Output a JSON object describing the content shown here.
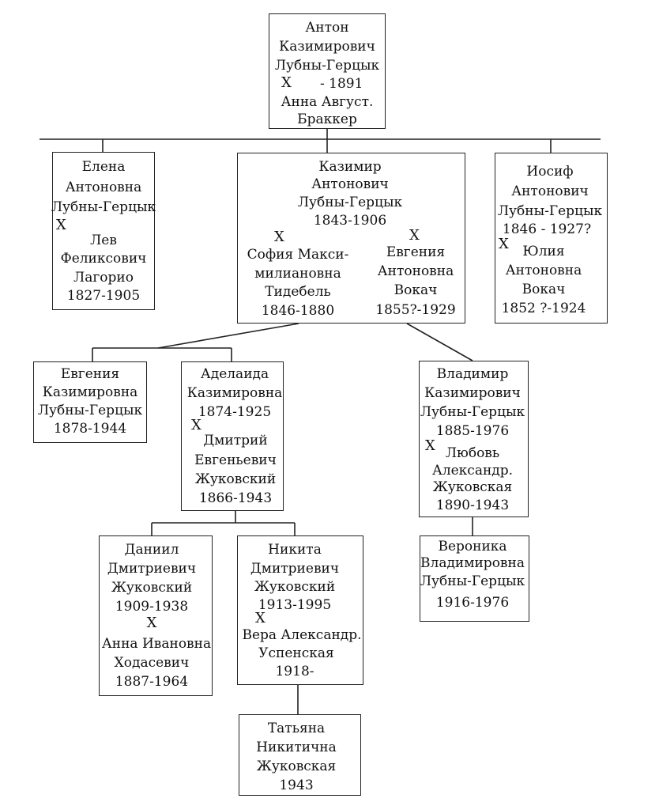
{
  "marriage_mark": "X",
  "persons": {
    "anton": {
      "lines": [
        "Антон",
        "Казимирович",
        "Лубны-Герцык"
      ],
      "years": "- 1891",
      "spouse_lines": [
        "Анна Август.",
        "Браккер"
      ]
    },
    "elena": {
      "lines": [
        "Елена",
        "Антоновна",
        "Лубны-Герцык"
      ],
      "spouse_lines": [
        "Лев",
        "Феликсович",
        "Лагорио",
        "1827-1905"
      ]
    },
    "kazimir": {
      "lines": [
        "Казимир",
        "Антонович",
        "Лубны-Герцык",
        "1843-1906"
      ],
      "spouse1_lines": [
        "София Макси-",
        "милиановна",
        "Тидебель",
        "1846-1880"
      ],
      "spouse2_lines": [
        "Евгения",
        "Антоновна",
        "Вокач",
        "1855?-1929"
      ]
    },
    "iosif": {
      "lines": [
        "Иосиф",
        "Антонович",
        "Лубны-Герцык",
        "1846 - 1927?"
      ],
      "spouse_lines": [
        "Юлия",
        "Антоновна",
        "Вокач",
        "1852 ?-1924"
      ]
    },
    "evgenia_k": {
      "lines": [
        "Евгения",
        "Казимировна",
        "Лубны-Герцык",
        "1878-1944"
      ]
    },
    "adelaida": {
      "lines": [
        "Аделаида",
        "Казимировна",
        "1874-1925"
      ],
      "spouse_lines": [
        "Дмитрий",
        "Евгеньевич",
        "Жуковский",
        "1866-1943"
      ]
    },
    "vladimir": {
      "lines": [
        "Владимир",
        "Казимирович",
        "Лубны-Герцык",
        "1885-1976"
      ],
      "spouse_lines": [
        "Любовь",
        "Александр.",
        "Жуковская",
        "1890-1943"
      ]
    },
    "daniil": {
      "lines": [
        "Даниил",
        "Дмитриевич",
        "Жуковский",
        "1909-1938"
      ],
      "spouse_lines": [
        "Анна Ивановна",
        "Ходасевич",
        "1887-1964"
      ]
    },
    "nikita": {
      "lines": [
        "Никита",
        "Дмитриевич",
        "Жуковский",
        "1913-1995"
      ],
      "spouse_lines": [
        "Вера Александр.",
        "Успенская",
        "1918-"
      ]
    },
    "veronika": {
      "lines": [
        "Вероника",
        "Владимировна",
        "Лубны-Герцык",
        "1916-1976"
      ]
    },
    "tatiana": {
      "lines": [
        "Татьяна",
        "Никитична",
        "Жуковская",
        "1943"
      ]
    }
  }
}
